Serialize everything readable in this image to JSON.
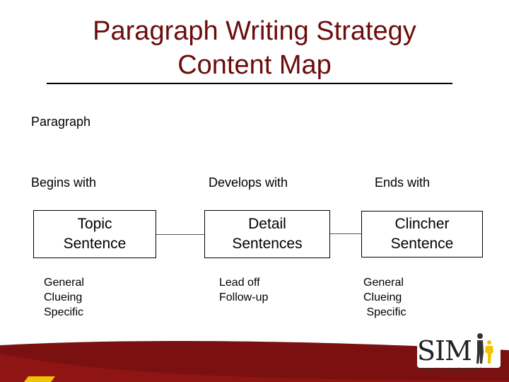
{
  "title": {
    "line1": "Paragraph Writing Strategy",
    "line2": "Content Map"
  },
  "root": {
    "label": "Paragraph"
  },
  "stages": [
    {
      "label": "Begins with",
      "box": [
        "Topic",
        "Sentence"
      ],
      "details": [
        "General",
        "Clueing",
        "Specific"
      ]
    },
    {
      "label": "Develops with",
      "box": [
        "Detail",
        "Sentences"
      ],
      "details": [
        "Lead off",
        "Follow-up"
      ]
    },
    {
      "label": "Ends with",
      "box": [
        "Clincher",
        "Sentence"
      ],
      "details": [
        "General",
        "Clueing",
        " Specific"
      ]
    }
  ],
  "logo": {
    "text": "SIM",
    "tagline": "Strategic Instruction Model"
  },
  "colors": {
    "title": "#6b0d0d",
    "footer_maroon": "#7a1010",
    "footer_gold": "#f2c300"
  }
}
